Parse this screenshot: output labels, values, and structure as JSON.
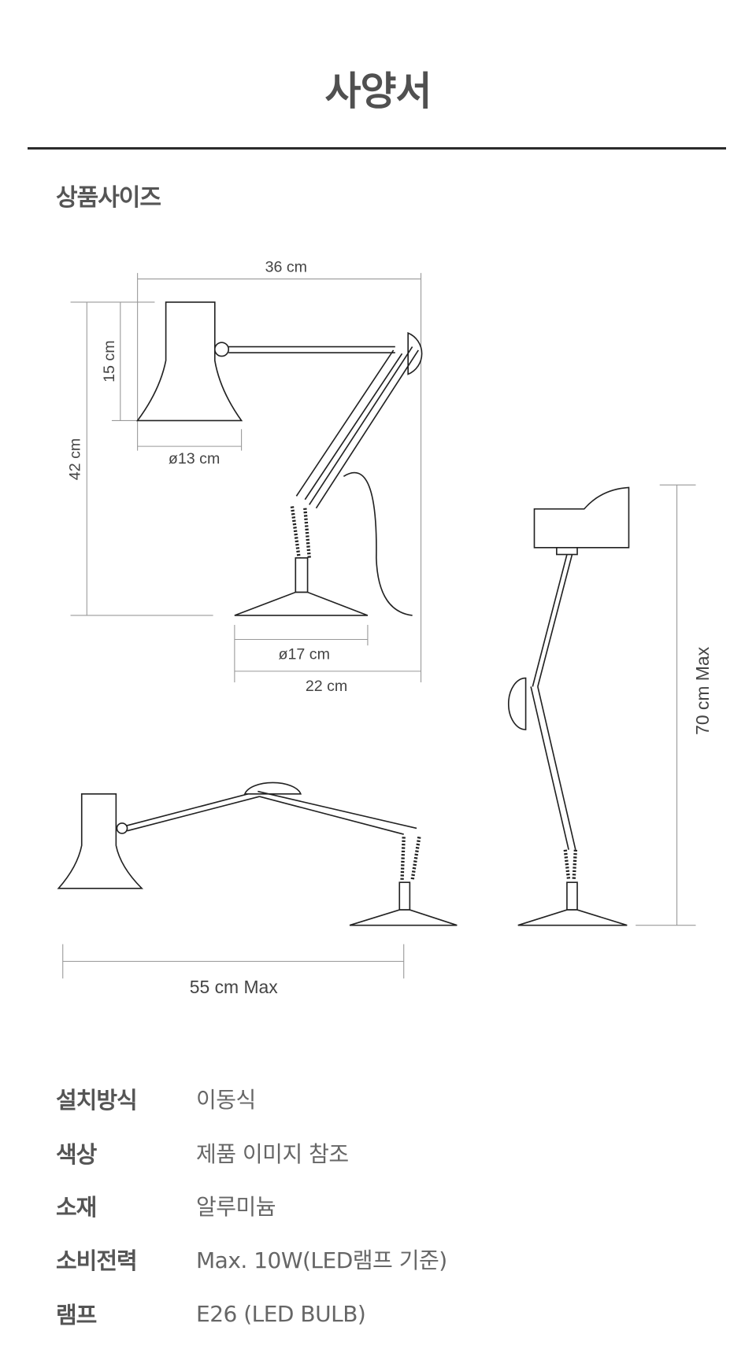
{
  "header": {
    "title": "사양서"
  },
  "section": {
    "title": "상품사이즈"
  },
  "dimensions": {
    "width_top": "36 cm",
    "height_total": "42 cm",
    "shade_height": "15 cm",
    "shade_diameter": "ø13 cm",
    "base_diameter": "ø17 cm",
    "base_depth": "22 cm",
    "max_reach": "55 cm Max",
    "max_height": "70 cm Max"
  },
  "specs": [
    {
      "label": "설치방식",
      "value": "이동식"
    },
    {
      "label": "색상",
      "value": "제품 이미지 참조"
    },
    {
      "label": "소재",
      "value": "알루미늄"
    },
    {
      "label": "소비전력",
      "value": "Max. 10W(LED램프 기준)"
    },
    {
      "label": "램프",
      "value": "E26 (LED BULB)"
    }
  ]
}
